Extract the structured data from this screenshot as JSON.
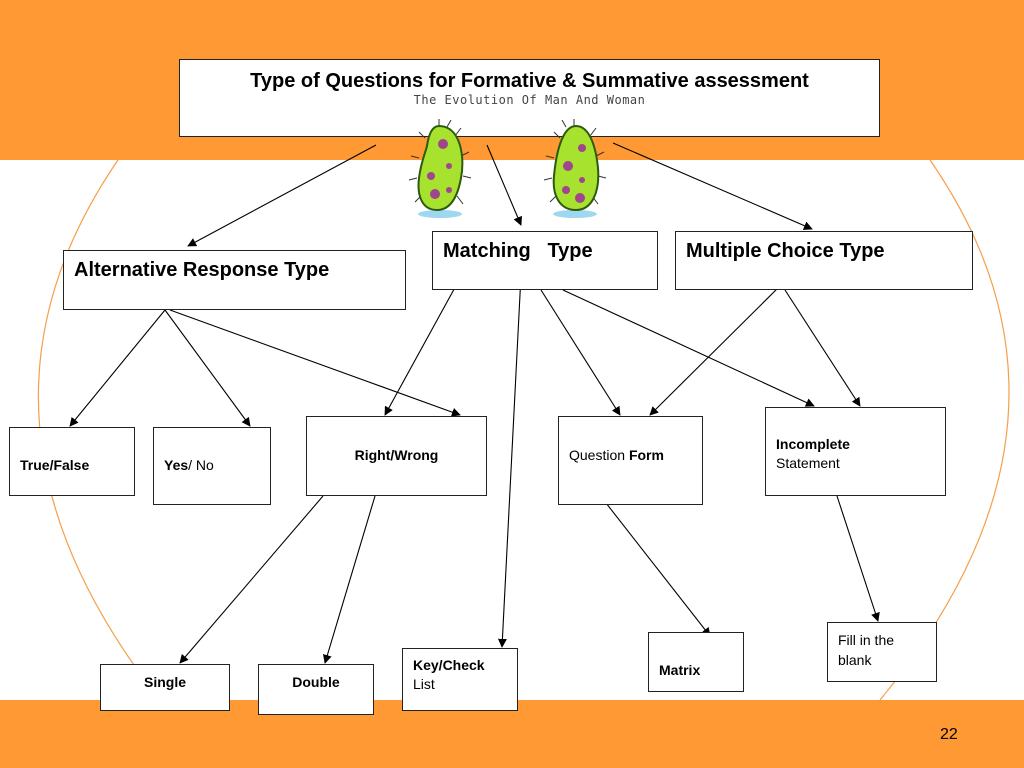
{
  "slide": {
    "title": "Type  of Questions for Formative & Summative assessment",
    "subtitle": "The Evolution Of Man And Woman",
    "page_number": "22"
  },
  "colors": {
    "band": "#FF9933",
    "arc": "#F5A04C",
    "microbe_body": "#A6E22E",
    "microbe_spot": "#A0468C"
  },
  "icons": [
    "microbe-icon",
    "microbe-icon"
  ],
  "level1": {
    "alternative": "Alternative Response Type",
    "matching": "Matching   Type",
    "multiple": "Multiple Choice Type"
  },
  "level2": {
    "truefalse_bold": "True/False",
    "yes_bold": "Yes",
    "yes_rest": "/ No",
    "rightwrong_bold": "Right/Wrong",
    "question_normal": "Question ",
    "question_bold": "Form",
    "incomplete_bold": "Incomplete",
    "incomplete_rest": "Statement"
  },
  "level3": {
    "single": "Single",
    "double": "Double",
    "key_bold": "Key/Check",
    "key_rest": "List",
    "matrix": "Matrix",
    "fill_line1": "Fill in the",
    "fill_line2": "blank"
  }
}
